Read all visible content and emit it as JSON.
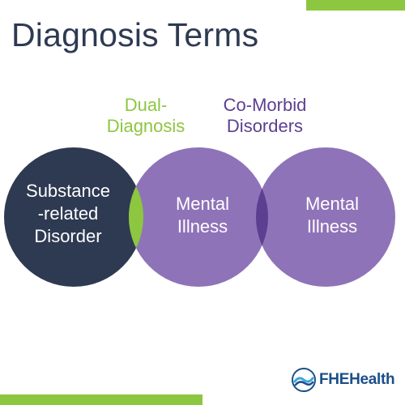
{
  "colors": {
    "accent_green": "#8dc63f",
    "navy": "#2e3a52",
    "purple": "#8f73b8",
    "purple_overlap": "#5c3f91",
    "brand_blue": "#1b4f8a"
  },
  "title": "Diagnosis Terms",
  "labels": {
    "dual_diagnosis": "Dual-\nDiagnosis",
    "co_morbid": "Co-Morbid\nDisorders"
  },
  "circles": {
    "substance": "Substance\n-related\nDisorder",
    "mental_1": "Mental\nIllness",
    "mental_2": "Mental\nIllness"
  },
  "logo": {
    "text": "FHEHealth",
    "icon": "wave-logo-icon"
  }
}
